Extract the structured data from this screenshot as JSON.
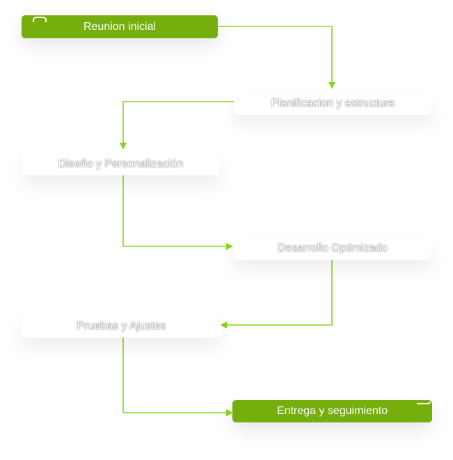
{
  "flow": {
    "steps": [
      {
        "label": "Reunion inicial",
        "state": "active"
      },
      {
        "label": "Planificacion y estructura",
        "state": "ghost"
      },
      {
        "label": "Diseño y Personalización",
        "state": "ghost"
      },
      {
        "label": "Desarrollo Optimizado",
        "state": "ghost"
      },
      {
        "label": "Pruebas y Ajustes",
        "state": "ghost"
      },
      {
        "label": "Entrega y seguimiento",
        "state": "active"
      }
    ]
  },
  "colors": {
    "accent": "#76ae0e",
    "connector": "#86d61c",
    "ghost_box": "#ffffff",
    "background": "#ffffff"
  }
}
